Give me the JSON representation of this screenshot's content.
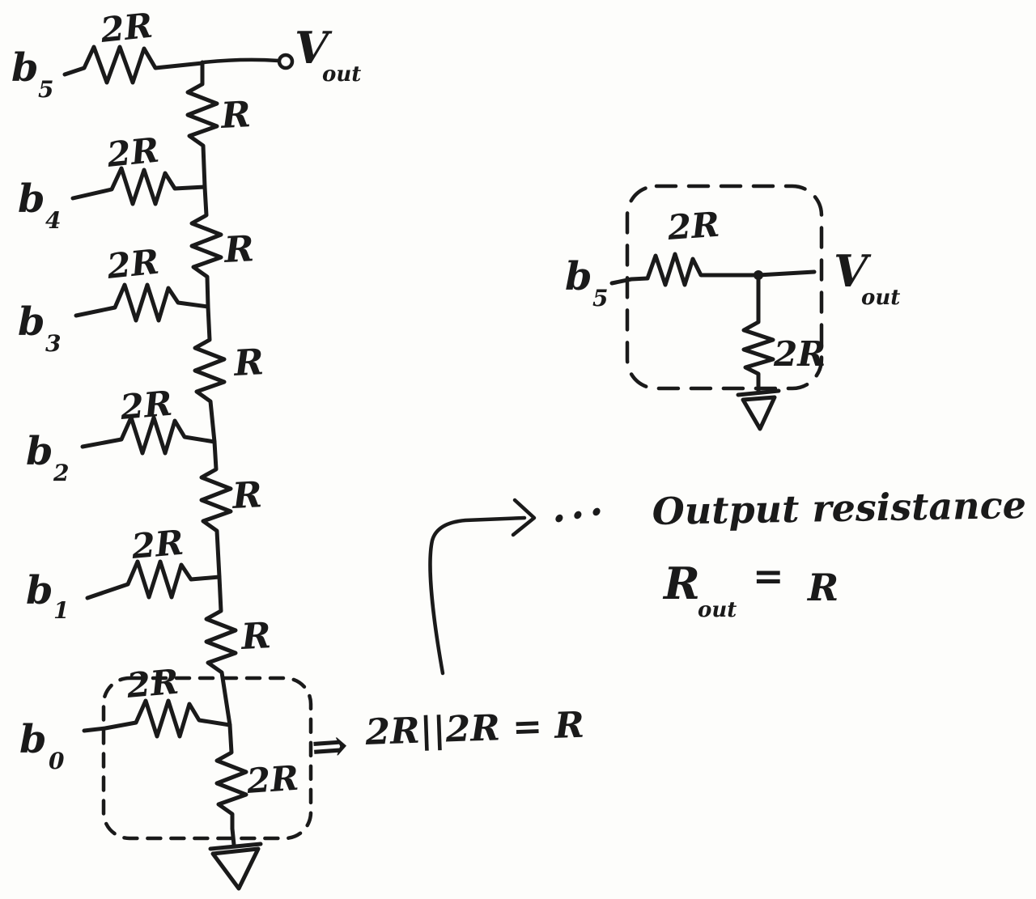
{
  "colors": {
    "ink": "#1a1a1a",
    "paper": "#fdfdfb"
  },
  "ladder": {
    "branches": [
      {
        "base": "b",
        "bit": "5",
        "res": "2R"
      },
      {
        "base": "b",
        "bit": "4",
        "res": "2R"
      },
      {
        "base": "b",
        "bit": "3",
        "res": "2R"
      },
      {
        "base": "b",
        "bit": "2",
        "res": "2R"
      },
      {
        "base": "b",
        "bit": "1",
        "res": "2R"
      },
      {
        "base": "b",
        "bit": "0",
        "res": "2R"
      }
    ],
    "rungs": [
      "R",
      "R",
      "R",
      "R",
      "R"
    ],
    "terminator_res": "2R",
    "output": {
      "main": "V",
      "sub": "out"
    }
  },
  "annotations": {
    "implies": "⇒",
    "parallel_formula": "2R||2R = R",
    "ellipsis": "...",
    "output_resistance_text": "Output resistance",
    "rout_base": "R",
    "rout_sub": "out",
    "rout_equals": "=",
    "rout_value": "R"
  },
  "equivalent_circuit": {
    "input_base": "b",
    "input_bit": "5",
    "series_res": "2R",
    "shunt_res": "2R",
    "output_main": "V",
    "output_sub": "out"
  }
}
